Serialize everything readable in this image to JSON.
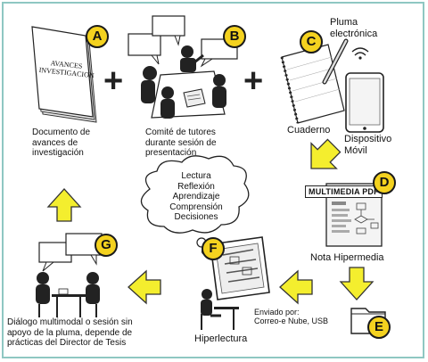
{
  "colors": {
    "frame": "#8fc7c2",
    "arrow": "#f4ee2e",
    "arrow_stroke": "#333333",
    "badge": "#f4d21f",
    "outline": "#1a1a1a"
  },
  "badges": [
    "A",
    "B",
    "C",
    "D",
    "E",
    "F",
    "G"
  ],
  "operators": {
    "plus": "+"
  },
  "document": {
    "cover_line1": "AVANCES",
    "cover_line2": "INVESTIGACION",
    "caption": [
      "Documento de",
      "avances de",
      "investigación"
    ]
  },
  "committee": {
    "caption": [
      "Comité de tutores",
      "durante sesión de",
      "presentación"
    ]
  },
  "pen": {
    "label_line1": "Pluma",
    "label_line2": "electrónica",
    "notebook_label": "Cuaderno",
    "device_label_line1": "Dispositivo",
    "device_label_line2": "Móvil"
  },
  "cloud": {
    "items": [
      "Lectura",
      "Reflexión",
      "Aprendizaje",
      "Comprensión",
      "Decisiones"
    ]
  },
  "multimedia": {
    "header": "MULTIMEDIA PDF",
    "caption": "Nota Hipermedia"
  },
  "folder": {
    "caption_line1": "Enviado por:",
    "caption_line2": "Correo-e Nube, USB"
  },
  "hyper": {
    "caption": "Hiperlectura"
  },
  "dialog": {
    "caption": [
      "Diálogo multimodal  o sesión sin",
      "apoyo de la pluma, depende de",
      "prácticas del Director de Tesis"
    ]
  },
  "icons": [
    "document-icon",
    "committee-icon",
    "notebook-icon",
    "pen-icon",
    "wifi-icon",
    "tablet-icon",
    "multimedia-doc-icon",
    "folder-icon",
    "tablet-reading-icon",
    "reader-person-icon",
    "dialog-people-icon",
    "thought-cloud-icon",
    "arrow-icon"
  ]
}
